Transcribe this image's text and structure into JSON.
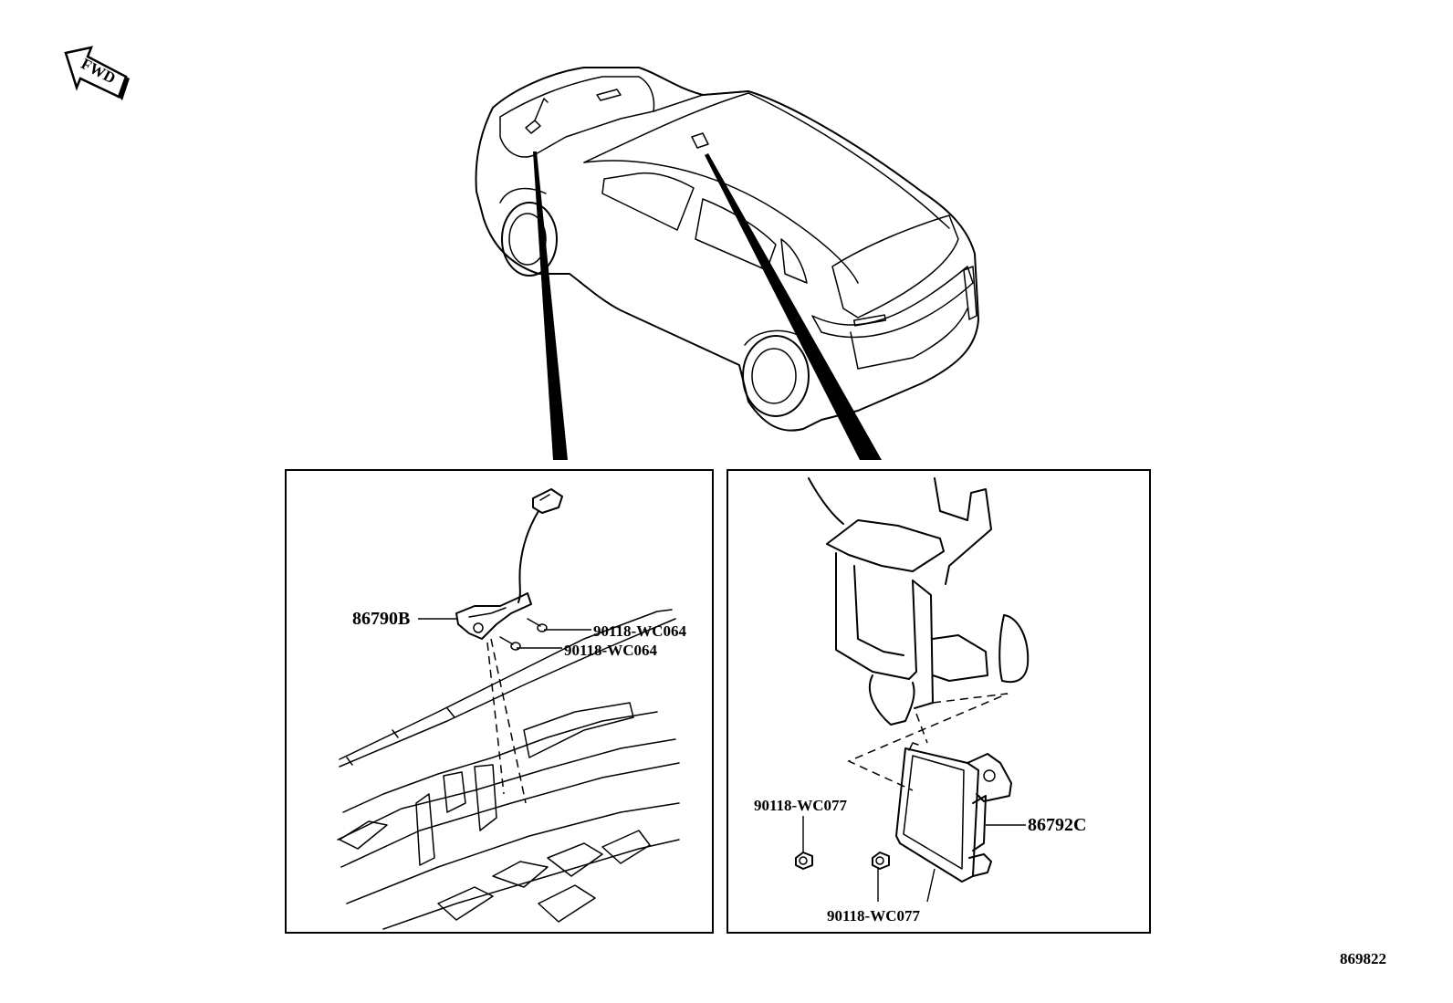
{
  "fwd_label": "FWD",
  "parts": {
    "camera_bracket": "86790B",
    "screw_upper": "90118-WC064",
    "screw_lower": "90118-WC064",
    "radar_module": "86792C",
    "nut_left": "90118-WC077",
    "nut_bottom": "90118-WC077"
  },
  "diagram_id": "869822"
}
